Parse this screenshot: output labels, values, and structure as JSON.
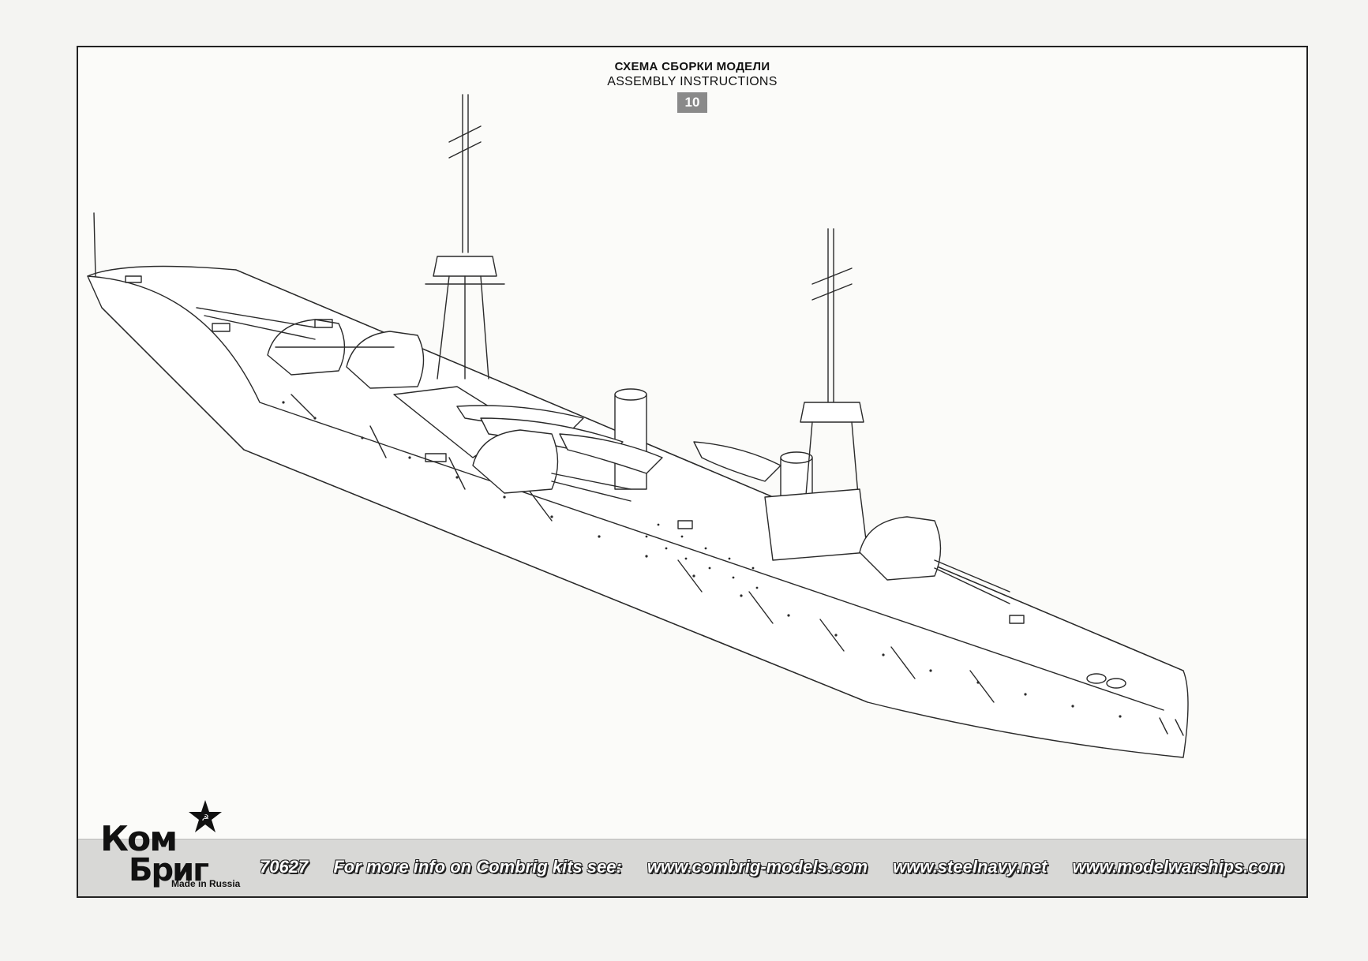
{
  "header": {
    "title_ru": "СХЕМА СБОРКИ МОДЕЛИ",
    "title_en": "ASSEMBLY INSTRUCTIONS",
    "page_number": "10"
  },
  "footer": {
    "kit_number": "70627",
    "info_text": "For more info on Combrig kits see:",
    "links": [
      "www.combrig-models.com",
      "www.steelnavy.net",
      "www.modelwarships.com"
    ]
  },
  "logo": {
    "line1": "Ком",
    "line2": "Бриг",
    "made_in": "Made in Russia"
  },
  "colors": {
    "line": "#2a2a2a",
    "footer_band": "#d8d8d6",
    "page_box": "#8a8a8a"
  },
  "drawing": {
    "icon": "battleship-line-drawing-icon"
  }
}
